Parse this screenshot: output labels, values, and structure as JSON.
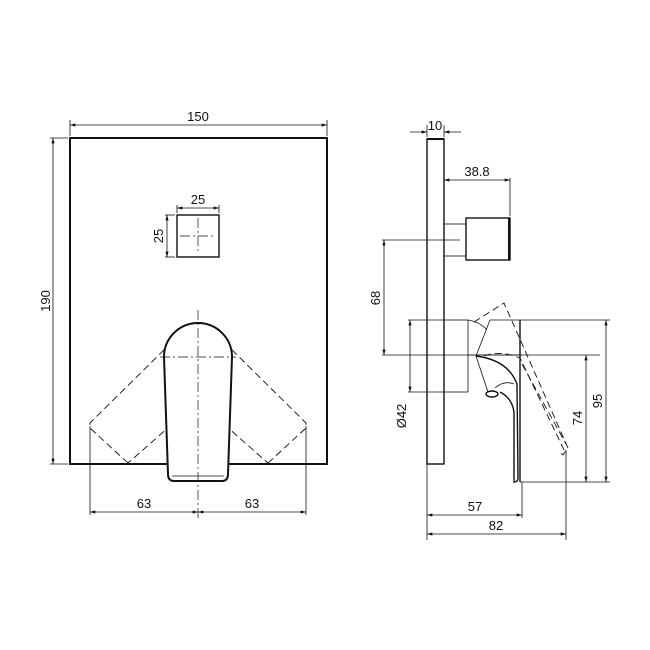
{
  "drawing": {
    "type": "technical-drawing",
    "subject": "concealed shower mixer with diverter",
    "colors": {
      "line": "#111111",
      "background": "#ffffff"
    }
  },
  "front_view": {
    "plate_width": "150",
    "plate_height": "190",
    "diverter_width": "25",
    "diverter_height": "25",
    "lever_left_swing": "63",
    "lever_right_swing": "63"
  },
  "side_view": {
    "plate_thickness": "10",
    "diverter_projection": "38.8",
    "diverter_to_handle_centre": "68",
    "handle_body_diameter": "Ø42",
    "handle_projection": "57",
    "lever_projection_max": "82",
    "handle_height_lower": "74",
    "handle_height_total": "95"
  }
}
